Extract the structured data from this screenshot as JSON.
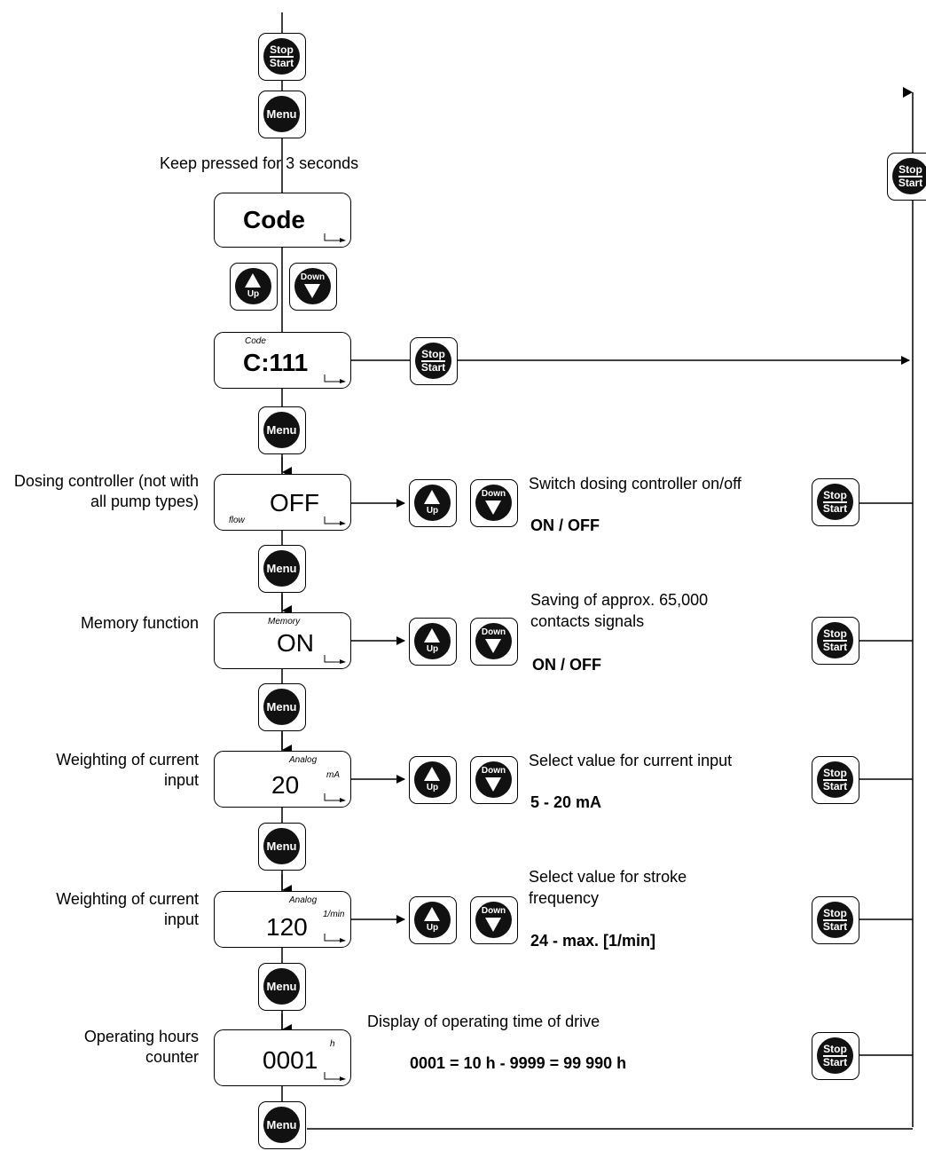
{
  "buttons": {
    "stop_top": "Stop",
    "stop_bottom": "Start",
    "menu": "Menu",
    "up": "Up",
    "down": "Down"
  },
  "captions": {
    "keep_pressed": "Keep pressed for 3 seconds"
  },
  "code_display": {
    "main": "Code"
  },
  "code_entry_display": {
    "small": "Code",
    "main": "C:111"
  },
  "dosing": {
    "label": "Dosing controller (not with all pump types)",
    "display_main": "OFF",
    "display_small": "flow",
    "desc": "Switch dosing controller on/off",
    "range": "ON / OFF"
  },
  "memory": {
    "label": "Memory function",
    "display_small": "Memory",
    "display_main": "ON",
    "desc": "Saving of approx. 65,000 contacts signals",
    "range": "ON / OFF"
  },
  "current": {
    "label": "Weighting of current input",
    "display_small": "Analog",
    "display_main": "20",
    "display_unit": "mA",
    "desc": "Select value for current input",
    "range": "5 - 20 mA"
  },
  "stroke": {
    "label": "Weighting of current input",
    "display_small": "Analog",
    "display_main": "120",
    "display_unit": "1/min",
    "desc": "Select value for stroke frequency",
    "range": "24 - max. [1/min]"
  },
  "hours": {
    "label": "Operating hours counter",
    "display_main": "0001",
    "display_unit": "h",
    "desc": "Display of operating time of drive",
    "range": "0001 = 10 h - 9999 = 99 990 h"
  }
}
